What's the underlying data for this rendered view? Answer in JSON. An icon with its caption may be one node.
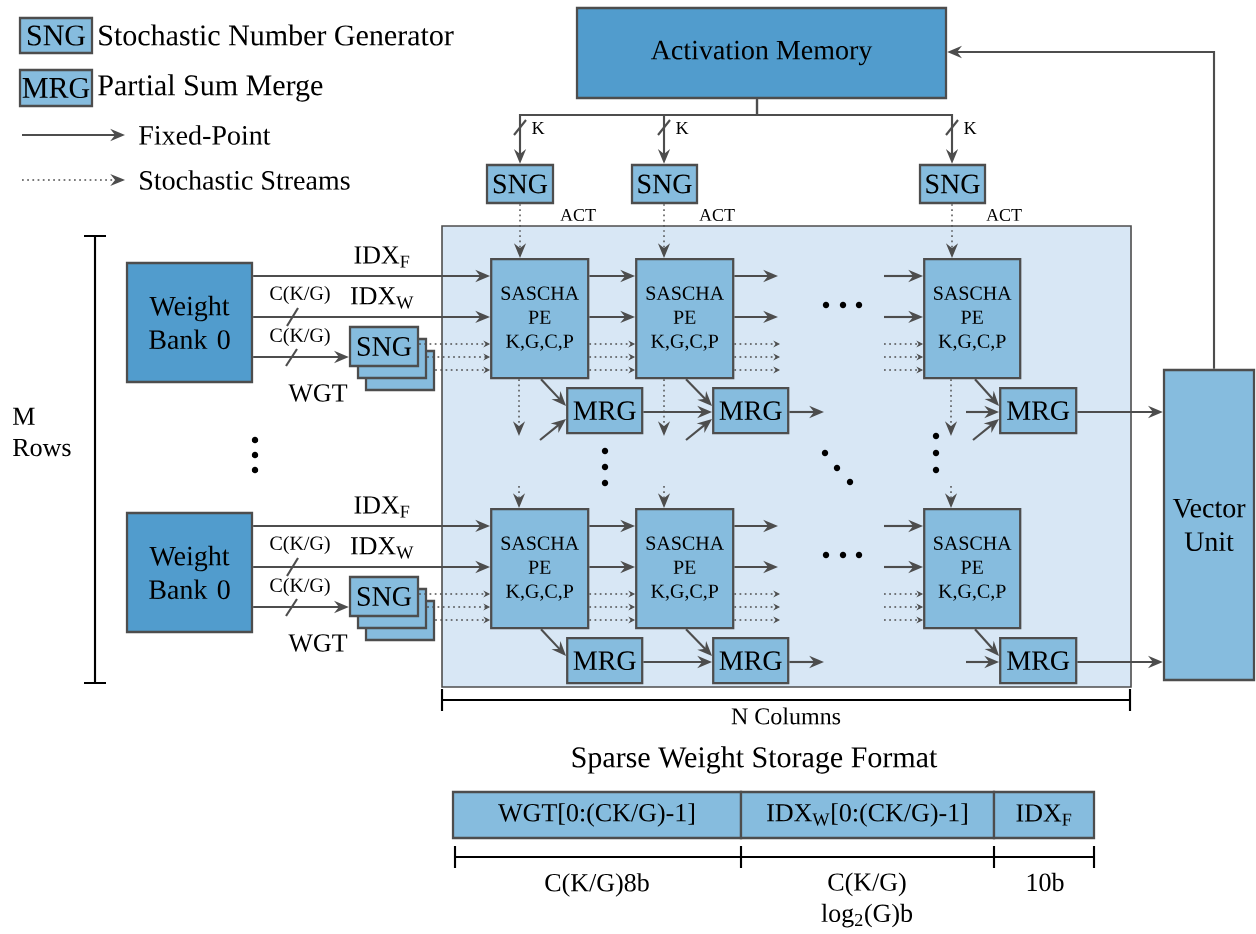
{
  "diagram": {
    "nodes": [
      {
        "text": [
          "SNG"
        ],
        "beside": [
          "Stochastic Number Generator"
        ]
      },
      {
        "text": [
          "MRG"
        ],
        "beside": [
          "Partial Sum Merge"
        ]
      },
      {
        "text": [
          "Activation Memory"
        ]
      },
      {
        "text": [
          "SNG"
        ]
      },
      {
        "text": [
          "SNG"
        ]
      },
      {
        "text": [
          "SNG"
        ]
      },
      {
        "text": [],
        "shape": "box"
      },
      {
        "text": [
          "Weight Bank 0"
        ]
      },
      {
        "text": [
          "SNG"
        ]
      },
      {
        "text": [
          "SASCHA PE K,G,C,P"
        ],
        "in": 6
      },
      {
        "text": [
          "SASCHA PE K,G,C,P"
        ],
        "in": 6
      },
      {
        "text": [
          "SASCHA PE K,G,C,P"
        ],
        "in": 6
      },
      {
        "text": [
          "MRG"
        ],
        "in": 6
      },
      {
        "text": [
          "MRG"
        ],
        "in": 6
      },
      {
        "text": [
          "MRG"
        ],
        "in": 6
      },
      {
        "text": [
          "Weight Bank 0"
        ]
      },
      {
        "text": [
          "SNG"
        ]
      },
      {
        "text": [
          "SASCHA PE K,G,C,P"
        ],
        "in": 6
      },
      {
        "text": [
          "SASCHA PE K,G,C,P"
        ],
        "in": 6
      },
      {
        "text": [
          "SASCHA PE K,G,C,P"
        ],
        "in": 6
      },
      {
        "text": [
          "MRG"
        ],
        "in": 6
      },
      {
        "text": [
          "MRG"
        ],
        "in": 6
      },
      {
        "text": [
          "MRG"
        ],
        "in": 6
      },
      {
        "text": [
          "Vector Unit"
        ]
      },
      {
        "text": [
          "WGT[0:(CK/G)-1]"
        ]
      },
      {
        "text": [
          "IDX$_{W}$[0:(CK/G)-1]"
        ]
      },
      {
        "text": [
          "IDX$_{F}$"
        ]
      }
    ],
    "edges": [
      {
        "from": 2,
        "to": 3,
        "arrow": "to",
        "label": "K"
      },
      {
        "from": 2,
        "to": 4,
        "arrow": "to",
        "label": "K"
      },
      {
        "from": 2,
        "to": 5,
        "arrow": "to",
        "label": "K"
      },
      {
        "from": 3,
        "to": 9,
        "arrow": "to",
        "label": "ACT",
        "style": "dashed"
      },
      {
        "from": 4,
        "to": 10,
        "arrow": "to",
        "label": "ACT",
        "style": "dashed"
      },
      {
        "from": 5,
        "to": 11,
        "arrow": "to",
        "label": "ACT",
        "style": "dashed"
      },
      {
        "from": 7,
        "to": 9,
        "arrow": "to",
        "label": "IDX$_{F}$"
      },
      {
        "from": 7,
        "to": 9,
        "arrow": "to",
        "label": "IDX$_{W}$"
      },
      {
        "from": 7,
        "to": 8,
        "arrow": "to",
        "label": "WGT"
      },
      {
        "from": 8,
        "to": 9,
        "arrow": "to",
        "style": "dashed"
      },
      {
        "from": 8,
        "to": 9,
        "arrow": "to",
        "style": "dashed"
      },
      {
        "from": 8,
        "to": 9,
        "arrow": "to",
        "style": "dashed"
      },
      {
        "from": 9,
        "to": 10,
        "arrow": "to"
      },
      {
        "from": 9,
        "to": 10,
        "arrow": "to"
      },
      {
        "from": 9,
        "to": 10,
        "arrow": "to",
        "style": "dashed"
      },
      {
        "from": 9,
        "to": 10,
        "arrow": "to",
        "style": "dashed"
      },
      {
        "from": 9,
        "to": 10,
        "arrow": "to",
        "style": "dashed"
      },
      {
        "from": 10,
        "to": null,
        "arrow": "to"
      },
      {
        "from": 10,
        "to": null,
        "arrow": "to"
      },
      {
        "from": 10,
        "to": null,
        "arrow": "to",
        "style": "dashed"
      },
      {
        "from": 10,
        "to": null,
        "arrow": "to",
        "style": "dashed"
      },
      {
        "from": 10,
        "to": null,
        "arrow": "to",
        "style": "dashed"
      },
      {
        "from": null,
        "to": 11,
        "arrow": "to"
      },
      {
        "from": null,
        "to": 11,
        "arrow": "to"
      },
      {
        "from": null,
        "to": 11,
        "arrow": "to",
        "style": "dashed"
      },
      {
        "from": null,
        "to": 11,
        "arrow": "to",
        "style": "dashed"
      },
      {
        "from": null,
        "to": 11,
        "arrow": "to",
        "style": "dashed"
      },
      {
        "from": 9,
        "to": 12,
        "arrow": "to"
      },
      {
        "from": 10,
        "to": 13,
        "arrow": "to"
      },
      {
        "from": 11,
        "to": 14,
        "arrow": "to"
      },
      {
        "from": 12,
        "to": 13,
        "arrow": "to"
      },
      {
        "from": 13,
        "to": null,
        "arrow": "to"
      },
      {
        "from": null,
        "to": 14,
        "arrow": "to"
      },
      {
        "from": 14,
        "to": 23,
        "arrow": "to"
      },
      {
        "from": 9,
        "to": null,
        "arrow": "to",
        "style": "dashed"
      },
      {
        "from": 10,
        "to": null,
        "arrow": "to",
        "style": "dashed"
      },
      {
        "from": 11,
        "to": null,
        "arrow": "to",
        "style": "dashed"
      },
      {
        "from": null,
        "to": 12,
        "arrow": "to"
      },
      {
        "from": null,
        "to": 13,
        "arrow": "to"
      },
      {
        "from": null,
        "to": 14,
        "arrow": "to"
      },
      {
        "from": 15,
        "to": 17,
        "arrow": "to",
        "label": "IDX$_{F}$"
      },
      {
        "from": 15,
        "to": 17,
        "arrow": "to",
        "label": "IDX$_{W}$"
      },
      {
        "from": 15,
        "to": 16,
        "arrow": "to",
        "label": "WGT"
      },
      {
        "from": 16,
        "to": 17,
        "arrow": "to",
        "style": "dashed"
      },
      {
        "from": 16,
        "to": 17,
        "arrow": "to",
        "style": "dashed"
      },
      {
        "from": 16,
        "to": 17,
        "arrow": "to",
        "style": "dashed"
      },
      {
        "from": 17,
        "to": 18,
        "arrow": "to"
      },
      {
        "from": 17,
        "to": 18,
        "arrow": "to"
      },
      {
        "from": 17,
        "to": 18,
        "arrow": "to",
        "style": "dashed"
      },
      {
        "from": 17,
        "to": 18,
        "arrow": "to",
        "style": "dashed"
      },
      {
        "from": 17,
        "to": 18,
        "arrow": "to",
        "style": "dashed"
      },
      {
        "from": 18,
        "to": null,
        "arrow": "to"
      },
      {
        "from": 18,
        "to": null,
        "arrow": "to"
      },
      {
        "from": 18,
        "to": null,
        "arrow": "to",
        "style": "dashed"
      },
      {
        "from": 18,
        "to": null,
        "arrow": "to",
        "style": "dashed"
      },
      {
        "from": 18,
        "to": null,
        "arrow": "to",
        "style": "dashed"
      },
      {
        "from": null,
        "to": 19,
        "arrow": "to"
      },
      {
        "from": null,
        "to": 19,
        "arrow": "to"
      },
      {
        "from": null,
        "to": 19,
        "arrow": "to",
        "style": "dashed"
      },
      {
        "from": null,
        "to": 19,
        "arrow": "to",
        "style": "dashed"
      },
      {
        "from": null,
        "to": 19,
        "arrow": "to",
        "style": "dashed"
      },
      {
        "from": 17,
        "to": 20,
        "arrow": "to"
      },
      {
        "from": 18,
        "to": 21,
        "arrow": "to"
      },
      {
        "from": 19,
        "to": 22,
        "arrow": "to"
      },
      {
        "from": 20,
        "to": 21,
        "arrow": "to"
      },
      {
        "from": 21,
        "to": null,
        "arrow": "to"
      },
      {
        "from": null,
        "to": 22,
        "arrow": "to"
      },
      {
        "from": 22,
        "to": 23,
        "arrow": "to"
      },
      {
        "from": null,
        "to": 17,
        "arrow": "to",
        "style": "dashed"
      },
      {
        "from": null,
        "to": 18,
        "arrow": "to",
        "style": "dashed"
      },
      {
        "from": null,
        "to": 19,
        "arrow": "to",
        "style": "dashed"
      },
      {
        "from": 23,
        "to": 2,
        "arrow": "to"
      }
    ],
    "labels": [
      "C(K/G)",
      "C(K/G)",
      "M Rows",
      "C(K/G)",
      "C(K/G)",
      "N Columns",
      "Sparse Weight Storage Format",
      "C(K/G)8b",
      "C(K/G) log$_{2}$(G)b",
      "10b"
    ],
    "legend": [
      {
        "text": "Fixed-Point"
      },
      {
        "text": "Stochastic Streams"
      }
    ]
  }
}
